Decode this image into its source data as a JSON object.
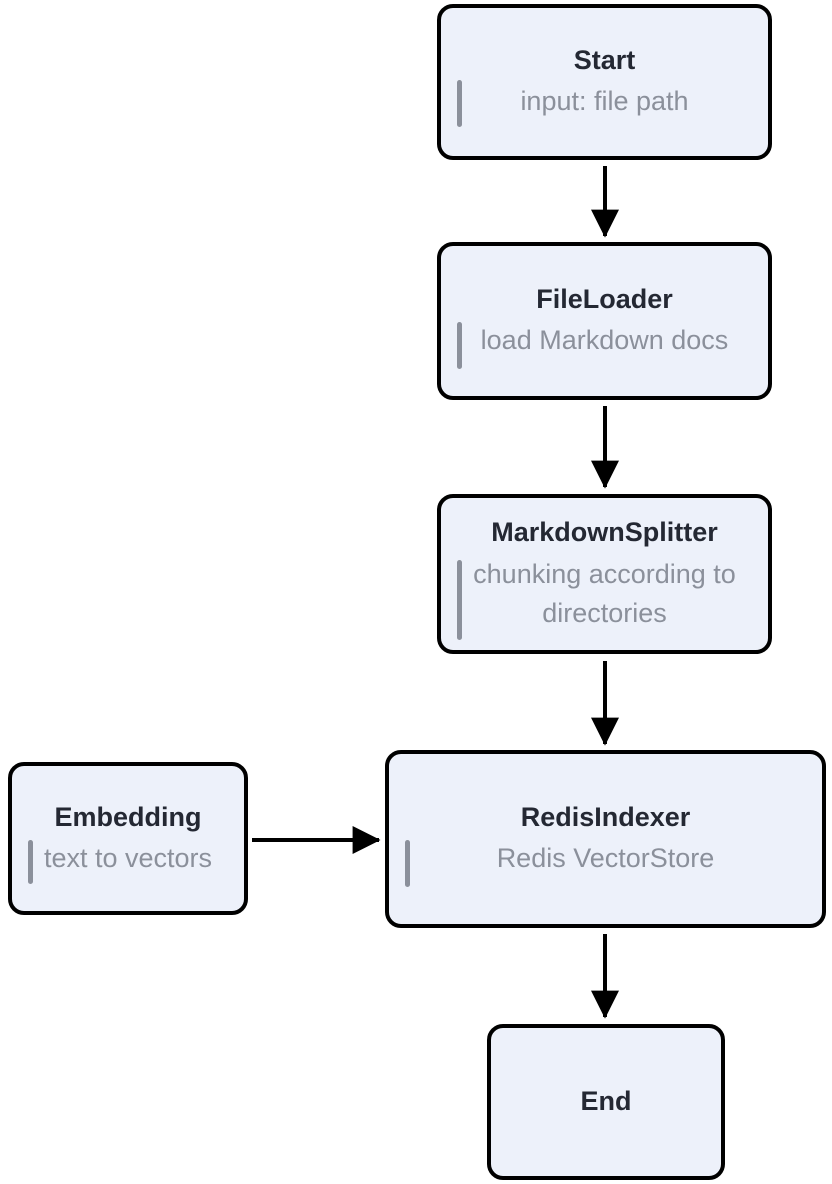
{
  "diagram": {
    "nodes": {
      "start": {
        "title": "Start",
        "subtitle": "input: file path"
      },
      "fileloader": {
        "title": "FileLoader",
        "subtitle": "load Markdown docs"
      },
      "markdownsplitter": {
        "title": "MarkdownSplitter",
        "subtitle": "chunking according to directories"
      },
      "embedding": {
        "title": "Embedding",
        "subtitle": "text to vectors"
      },
      "redisindexer": {
        "title": "RedisIndexer",
        "subtitle": "Redis VectorStore"
      },
      "end": {
        "title": "End"
      }
    },
    "edges": [
      {
        "from": "Start",
        "to": "FileLoader"
      },
      {
        "from": "FileLoader",
        "to": "MarkdownSplitter"
      },
      {
        "from": "MarkdownSplitter",
        "to": "RedisIndexer"
      },
      {
        "from": "Embedding",
        "to": "RedisIndexer"
      },
      {
        "from": "RedisIndexer",
        "to": "End"
      }
    ],
    "colors": {
      "background": "#ffffff",
      "node_fill": "#edf1fa",
      "node_border": "#000000",
      "title_text": "#242833",
      "subtitle_text": "#8b909b",
      "bar": "#8b909b",
      "arrow": "#000000"
    }
  }
}
